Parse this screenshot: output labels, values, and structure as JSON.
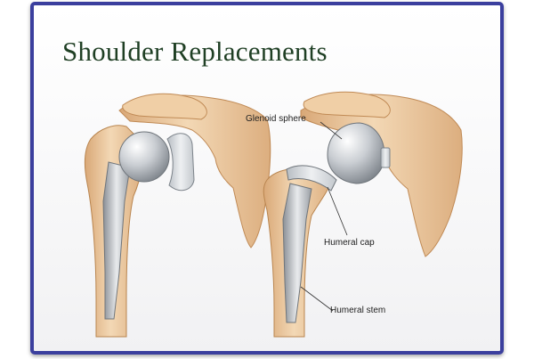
{
  "slide": {
    "title": "Shoulder Replacements",
    "border_color": "#3b3f9e",
    "title_color": "#1f3f24"
  },
  "left_figure": {
    "type": "anatomic-shoulder-replacement",
    "components": [
      "humeral-head-ball",
      "glenoid-cup",
      "humeral-stem"
    ]
  },
  "right_figure": {
    "type": "reverse-shoulder-replacement",
    "labels": {
      "glenoid_sphere": "Glenoid sphere",
      "humeral_cap": "Humeral cap",
      "humeral_stem": "Humeral stem"
    }
  }
}
